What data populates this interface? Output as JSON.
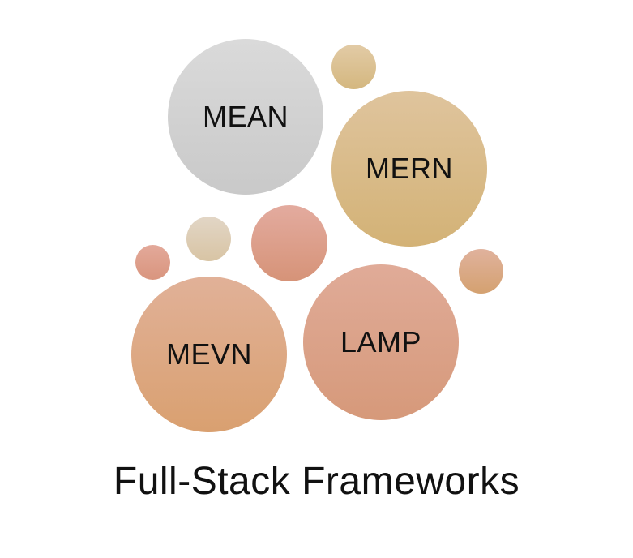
{
  "diagram": {
    "title": "Full-Stack Frameworks",
    "bubbles": [
      {
        "label": "MEAN",
        "color": "#d1d1d1"
      },
      {
        "label": "MERN",
        "color": "#d8bb85"
      },
      {
        "label": "MEVN",
        "color": "#dca884"
      },
      {
        "label": "LAMP",
        "color": "#dba38a"
      }
    ],
    "decorative_colors": [
      "#dbc192",
      "#ddcdb5",
      "#de9f8c",
      "#dc9f8b",
      "#daa986"
    ]
  }
}
